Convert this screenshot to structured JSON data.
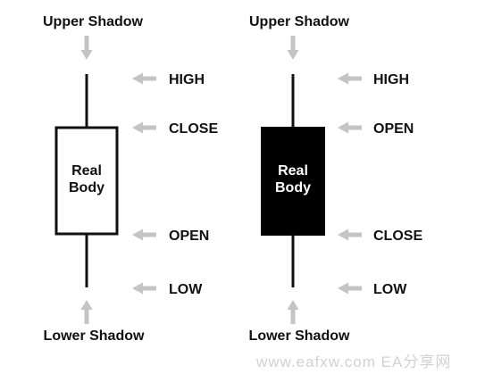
{
  "colors": {
    "text": "#111111",
    "line": "#111111",
    "arrow": "#c4c4c4",
    "bullish_fill": "#ffffff",
    "bearish_fill": "#000000",
    "bearish_text": "#ffffff",
    "watermark": "#d2d2d2"
  },
  "icons": {
    "arrow_down": "arrow-down-icon",
    "arrow_up": "arrow-up-icon",
    "arrow_left": "arrow-left-icon"
  },
  "bullish": {
    "upper_shadow": "Upper Shadow",
    "lower_shadow": "Lower Shadow",
    "body_line1": "Real",
    "body_line2": "Body",
    "high": "HIGH",
    "close": "CLOSE",
    "open": "OPEN",
    "low": "LOW"
  },
  "bearish": {
    "upper_shadow": "Upper Shadow",
    "lower_shadow": "Lower Shadow",
    "body_line1": "Real",
    "body_line2": "Body",
    "high": "HIGH",
    "open": "OPEN",
    "close": "CLOSE",
    "low": "LOW"
  },
  "watermark": "www.eafxw.com  EA分享网"
}
